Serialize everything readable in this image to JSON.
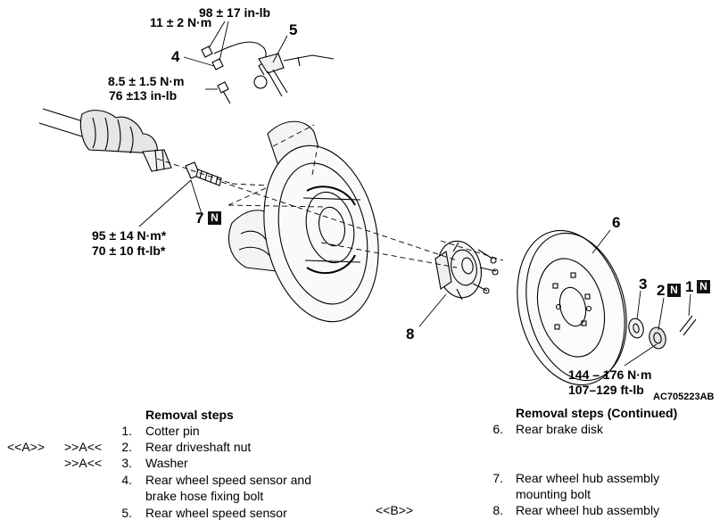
{
  "torque": {
    "t1_inlb": "98 ± 17 in-lb",
    "t1_nm": "11 ± 2 N·m",
    "t2_nm": "8.5 ± 1.5 N·m",
    "t2_inlb": "76 ±13 in-lb",
    "t3_nm": "95 ± 14 N·m*",
    "t3_ftlb": "70 ± 10 ft-lb*",
    "t4_nm": "144 – 176 N·m",
    "t4_ftlb": "107–129 ft-lb"
  },
  "callouts": [
    "1",
    "2",
    "3",
    "4",
    "5",
    "6",
    "7",
    "8"
  ],
  "n_mark": "N",
  "figure_code": "AC705223AB",
  "left_list": {
    "heading": "Removal steps",
    "items": [
      {
        "num": "1.",
        "text": "Cotter pin",
        "ref_a": "",
        "ref_b": ""
      },
      {
        "num": "2.",
        "text": "Rear driveshaft nut",
        "ref_a": "<<A>>",
        "ref_b": ">>A<<"
      },
      {
        "num": "3.",
        "text": "Washer",
        "ref_a": "",
        "ref_b": ">>A<<"
      },
      {
        "num": "4.",
        "text": "Rear wheel speed sensor and",
        "text2": "brake hose fixing bolt",
        "ref_a": "",
        "ref_b": ""
      },
      {
        "num": "5.",
        "text": "Rear wheel speed sensor",
        "ref_a": "",
        "ref_b": ""
      }
    ]
  },
  "right_list": {
    "heading": "Removal steps (Continued)",
    "items": [
      {
        "num": "6.",
        "text": "Rear brake disk",
        "ref": ""
      },
      {
        "num": "7.",
        "text": "Rear wheel hub assembly",
        "text2": "mounting bolt",
        "ref": ""
      },
      {
        "num": "8.",
        "text": "Rear wheel hub assembly",
        "ref": "<<B>>"
      }
    ]
  }
}
